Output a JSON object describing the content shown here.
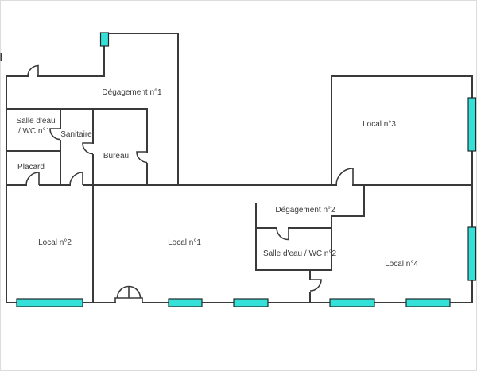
{
  "palette": {
    "wall_color": "#3a3a3a",
    "window_fill": "#35e0d8",
    "background": "#ffffff",
    "label_color": "#3a3a3a"
  },
  "rooms": {
    "degagement1": {
      "label": "Dégagement n°1"
    },
    "salleEau1": {
      "line1": "Salle d'eau",
      "line2": "/ WC n°1"
    },
    "sanitaire": {
      "label": "Sanitaire"
    },
    "bureau": {
      "label": "Bureau"
    },
    "placard": {
      "label": "Placard"
    },
    "local2": {
      "label": "Local n°2"
    },
    "local1": {
      "label": "Local n°1"
    },
    "local3": {
      "label": "Local n°3"
    },
    "degagement2": {
      "label": "Dégagement n°2"
    },
    "salleEau2": {
      "label": "Salle d'eau / WC n°2"
    },
    "local4": {
      "label": "Local n°4"
    }
  },
  "windows": [
    {
      "location": "top wall of Dégagement n°1 (vertical, on left jog of north wall)"
    },
    {
      "location": "right wall of Local n°3"
    },
    {
      "location": "right wall of Local n°4"
    },
    {
      "location": "bottom wall of Local n°2"
    },
    {
      "location": "bottom wall of Local n°1 (west of entrance)"
    },
    {
      "location": "bottom wall of Local n°1 (east of entrance)"
    },
    {
      "location": "bottom wall of Local n°4 (west)"
    },
    {
      "location": "bottom wall of Local n°4 (east)"
    }
  ],
  "doors": [
    {
      "location": "exterior door into Dégagement n°1 (top-left wall)"
    },
    {
      "location": "Salle d'eau / WC n°1 to Sanitaire"
    },
    {
      "location": "Sanitaire to Bureau"
    },
    {
      "location": "Bureau to Dégagement n°1 corridor"
    },
    {
      "location": "Local n°2 to Placard"
    },
    {
      "location": "Local n°2 to Sanitaire"
    },
    {
      "location": "double entrance door in bottom wall of Local n°1"
    },
    {
      "location": "Dégagement n°2 to Local n°3"
    },
    {
      "location": "Dégagement n°2 to Salle d'eau / WC n°2"
    },
    {
      "location": "Local n°1 to Local n°4"
    }
  ]
}
